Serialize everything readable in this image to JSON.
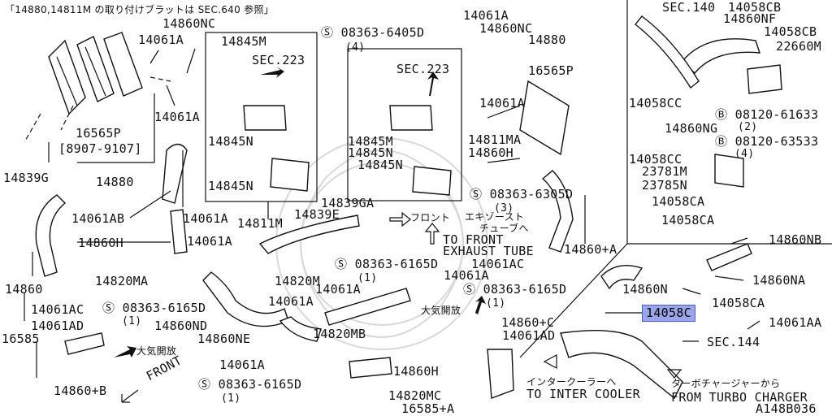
{
  "header_note": "「14880,14811M の取り付けブラットは SEC.640 参照」",
  "diagram_code": "A148B036",
  "highlight": {
    "part": "14058C",
    "color": "#9aa6e8"
  },
  "labels": {
    "p14860nc_a": "14860NC",
    "p14061a_1": "14061A",
    "p14061a_2": "14061A",
    "p16565p_1": "16565P",
    "p16565p_range": "[8907-9107]",
    "p14880_1": "14880",
    "p14839g": "14839G",
    "p14845m": "14845M",
    "sec223_1": "SEC.223",
    "p14845n_1": "14845N",
    "p14845n_2": "14845N",
    "p14811m": "14811M",
    "s08363_6405d": "08363-6405D",
    "qty4_a": "(4)",
    "sec223_2": "SEC.223",
    "p14845m_2": "14845M",
    "p14845n_3": "14845N",
    "p14845n_4": "14845N",
    "p14061a_3": "14061A",
    "p14860nc_b": "14860NC",
    "p14880_2": "14880",
    "p16565p_2": "16565P",
    "p14061a_4": "14061A",
    "p14811ma": "14811MA",
    "p14860h_1": "14860H",
    "s08363_6305d": "08363-6305D",
    "qty3": "(3)",
    "p14839ga": "14839GA",
    "p14839e": "14839E",
    "front_jp": "フロント",
    "exhaust_jp_1": "エキゾースト",
    "exhaust_jp_2": "チューブへ",
    "to_front": "TO FRONT",
    "exhaust_tube": "EXHAUST TUBE",
    "p14860_plus_a": "14860+A",
    "p14061ab": "14061AB",
    "p14061a_5": "14061A",
    "p14860h_2": "14860H",
    "p14061a_6": "14061A",
    "p14820ma": "14820MA",
    "p14860": "14860",
    "p14820m": "14820M",
    "s08363_6165d_1": "08363-6165D",
    "qty1_a": "(1)",
    "p14061ac_1": "14061AC",
    "p14061a_7": "14061A",
    "p14061a_8": "14061A",
    "s08363_6165d_2": "08363-6165D",
    "qty1_b": "(1)",
    "p14061a_9": "14061A",
    "p14061ac_2": "14061AC",
    "s08363_6165d_3": "08363-6165D",
    "qty1_c": "(1)",
    "p14061ad_1": "14061AD",
    "p14860nd": "14860ND",
    "p14860ne": "14860NE",
    "p14820mb": "14820MB",
    "atm_jp_1": "大気開放",
    "p14860_plus_c": "14860+C",
    "p14061ad_2": "14061AD",
    "p16585": "16585",
    "atm_jp_2": "大気開放",
    "p14061a_10": "14061A",
    "p14860h_3": "14860H",
    "s08363_6165d_4": "08363-6165D",
    "qty1_d": "(1)",
    "p14820mc": "14820MC",
    "p16585_plus_a": "16585+A",
    "p14860_plus_b": "14860+B",
    "front": "FRONT",
    "sec140": "SEC.140",
    "p14058cb_1": "14058CB",
    "p14860nf": "14860NF",
    "p14058cb_2": "14058CB",
    "p22660m": "22660M",
    "p14058cc_1": "14058CC",
    "b08120_61633": "08120-61633",
    "qty2": "(2)",
    "p14860ng": "14860NG",
    "p14058cc_2": "14058CC",
    "b08120_63533": "08120-63533",
    "qty4_b": "(4)",
    "p23781m": "23781M",
    "p23785n": "23785N",
    "p14058ca_1": "14058CA",
    "p14058ca_2": "14058CA",
    "p14860nb": "14860NB",
    "p14860n": "14860N",
    "p14860na": "14860NA",
    "p14058ca_3": "14058CA",
    "p14058c": "14058C",
    "p14061aa": "14061AA",
    "sec144": "SEC.144",
    "intercooler_jp": "インタークーラーへ",
    "to_inter_cooler": "TO INTER COOLER",
    "turbo_jp": "ターボチャージャーから",
    "from_turbo": "FROM TURBO CHARGER"
  },
  "symbols": {
    "screw": "S",
    "bolt": "B"
  }
}
